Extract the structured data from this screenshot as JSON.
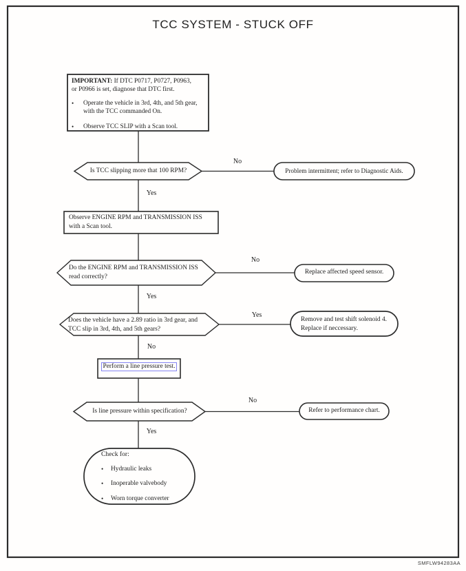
{
  "page": {
    "title": "TCC SYSTEM - STUCK OFF",
    "doc_code": "SMFLW94283AA"
  },
  "glyphs": {
    "bullet": "•"
  },
  "colors": {
    "line": "#2b2b2b",
    "text": "#1c1c1c",
    "selection_blue": "#8484f2",
    "background": "#ffffff"
  },
  "important_box": {
    "heading": "IMPORTANT:",
    "heading_rest": " If DTC P0717, P0727, P0963,",
    "line2": "or P0966 is set, diagnose that DTC first.",
    "bullets": [
      {
        "line1": "Operate the vehicle in 3rd, 4th, and 5th gear,",
        "line2": "with the TCC commanded On."
      },
      {
        "line1": "Observe TCC SLIP with a Scan tool.",
        "line2": ""
      }
    ]
  },
  "steps": {
    "decision1": {
      "question": "Is TCC slipping more that 100 RPM?",
      "no_label": "No",
      "yes_label": "Yes"
    },
    "result1": {
      "text": "Problem intermittent; refer to Diagnostic Aids."
    },
    "action1": {
      "line1": "Observe ENGINE RPM and TRANSMISSION ISS",
      "line2": "with a Scan tool."
    },
    "decision2": {
      "line1": "Do the ENGINE RPM and TRANSMISSION ISS",
      "line2": "read correctly?",
      "no_label": "No",
      "yes_label": "Yes"
    },
    "result2": {
      "text": "Replace affected speed sensor."
    },
    "decision3": {
      "line1": "Does the vehicle have a 2.89 ratio in 3rd gear, and",
      "line2": "TCC slip in 3rd, 4th, and 5th gears?",
      "yes_label": "Yes",
      "no_label": "No"
    },
    "result3": {
      "line1": "Remove and test shift solenoid 4.",
      "line2": "Replace if neccessary."
    },
    "action2": {
      "text": "Perform a line pressure test."
    },
    "decision4": {
      "question": "Is line pressure within specification?",
      "no_label": "No",
      "yes_label": "Yes"
    },
    "result4": {
      "text": "Refer to performance chart."
    },
    "terminal": {
      "heading": "Check for:",
      "bullets": [
        "Hydraulic leaks",
        "Inoperable valvebody",
        "Worn torque converter"
      ]
    }
  }
}
